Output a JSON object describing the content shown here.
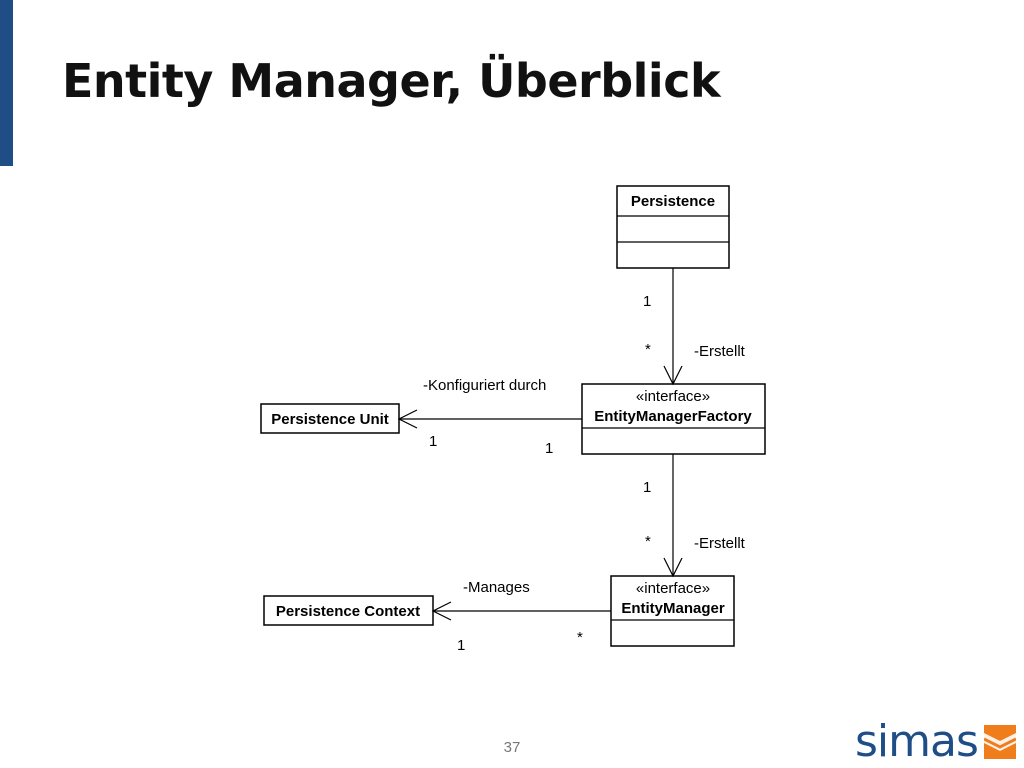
{
  "slide": {
    "title": "Entity Manager, Überblick",
    "page_number": "37"
  },
  "logo": {
    "text": "simas",
    "mark": "simas-logo-mark",
    "brand_color": "#1f4e87",
    "mark_color": "#f07d1b"
  },
  "accent_color": "#1f4e87",
  "classes": {
    "persistence": {
      "name": "Persistence"
    },
    "entity_manager_factory": {
      "stereotype": "«interface»",
      "name": "EntityManagerFactory"
    },
    "entity_manager": {
      "stereotype": "«interface»",
      "name": "EntityManager"
    },
    "persistence_unit": {
      "name": "Persistence Unit"
    },
    "persistence_context": {
      "name": "Persistence Context"
    }
  },
  "associations": {
    "persistence_to_emf": {
      "label": "-Erstellt",
      "source_mult": "1",
      "target_mult": "*"
    },
    "emf_to_unit": {
      "label": "-Konfiguriert durch",
      "source_mult": "1",
      "target_mult": "1"
    },
    "emf_to_em": {
      "label": "-Erstellt",
      "source_mult": "1",
      "target_mult": "*"
    },
    "em_to_context": {
      "label": "-Manages",
      "source_mult": "*",
      "target_mult": "1"
    }
  }
}
